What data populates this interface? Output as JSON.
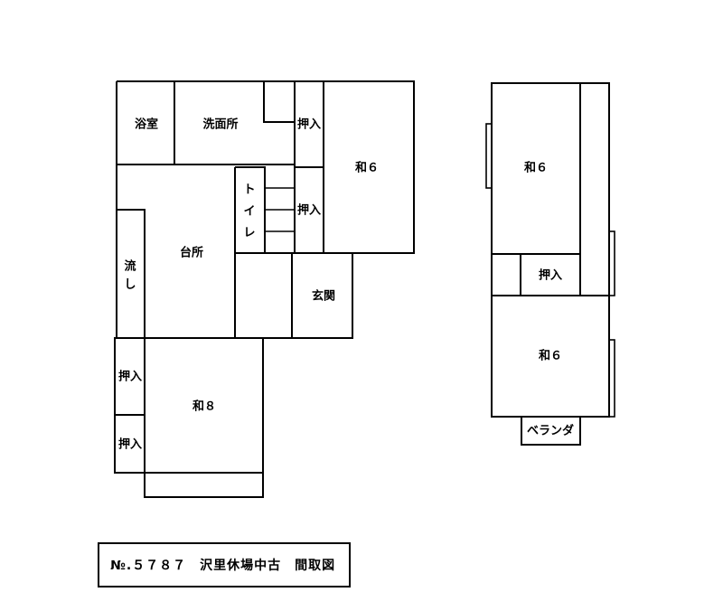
{
  "floor1": {
    "bath": "浴室",
    "washroom": "洗面所",
    "closet_top": "押入",
    "closet_mid": "押入",
    "washitsu6": "和６",
    "toilet": [
      "ト",
      "イ",
      "レ"
    ],
    "kitchen": "台所",
    "sink": [
      "流",
      "し"
    ],
    "entrance": "玄関",
    "closet_left_1": "押入",
    "closet_left_2": "押入",
    "washitsu8": "和８"
  },
  "floor2": {
    "washitsu6_top": "和６",
    "closet": "押入",
    "washitsu6_bottom": "和６",
    "veranda": "ベランダ"
  },
  "caption": "№.５７８７　沢里休場中古　間取図"
}
